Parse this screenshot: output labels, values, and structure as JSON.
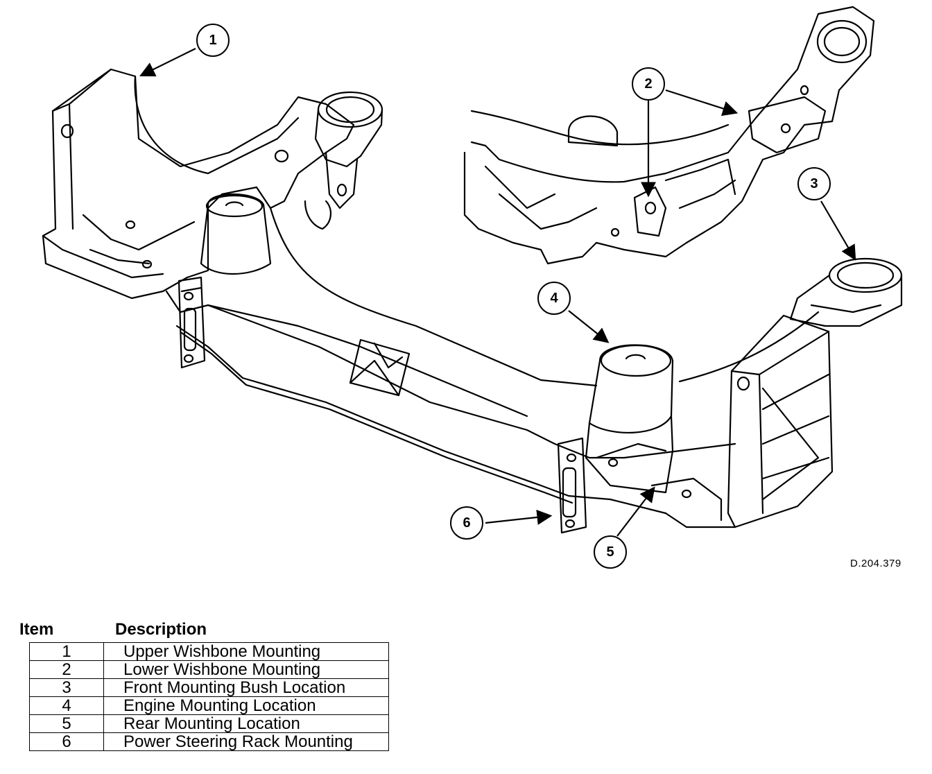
{
  "diagram_ref": "D.204.379",
  "callouts": [
    "1",
    "2",
    "3",
    "4",
    "5",
    "6"
  ],
  "legend": {
    "item_header": "Item",
    "description_header": "Description",
    "rows": [
      {
        "item": "1",
        "description": "Upper Wishbone Mounting"
      },
      {
        "item": "2",
        "description": "Lower Wishbone Mounting"
      },
      {
        "item": "3",
        "description": "Front Mounting Bush Location"
      },
      {
        "item": "4",
        "description": "Engine Mounting Location"
      },
      {
        "item": "5",
        "description": "Rear Mounting Location"
      },
      {
        "item": "6",
        "description": "Power Steering Rack Mounting"
      }
    ]
  }
}
